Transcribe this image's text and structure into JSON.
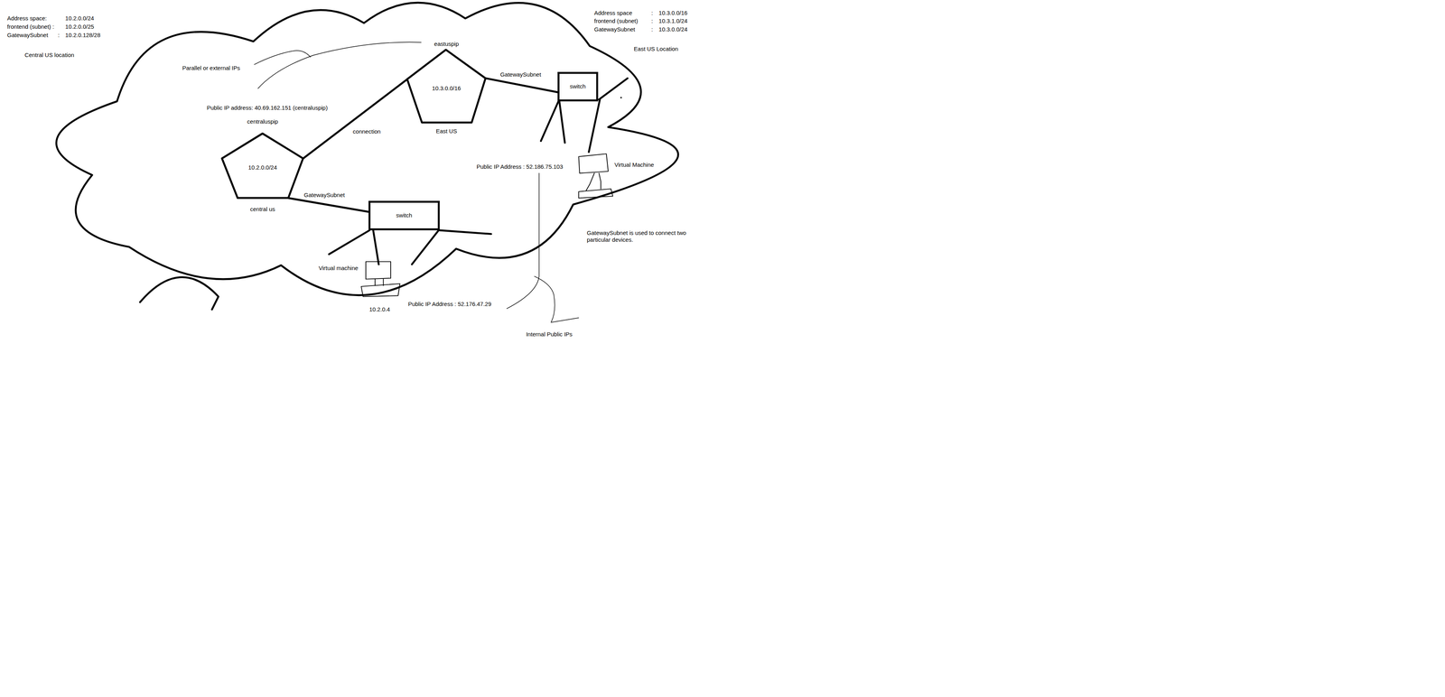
{
  "diagram": {
    "nodes": [
      {
        "text": [
          "centraluspip",
          "10.2.0.0/24",
          "central us"
        ]
      },
      {
        "text": [
          "eastuspip",
          "10.3.0.0/16",
          "East US"
        ]
      },
      {
        "text": [
          "switch"
        ]
      },
      {
        "text": [
          "switch"
        ]
      }
    ],
    "edges": [
      {
        "from": 0,
        "to": 1,
        "arrow": "none",
        "label": "connection"
      },
      {
        "from": 0,
        "to": 2,
        "arrow": "none",
        "label": "GatewaySubnet"
      },
      {
        "from": 1,
        "to": 3,
        "arrow": "none",
        "label": "GatewaySubnet"
      }
    ],
    "labels": [
      "Address space:",
      "10.2.0.0/24",
      "frontend (subnet) :",
      "10.2.0.0/25",
      "GatewaySubnet",
      ":",
      "10.2.0.128/28",
      "Central US location",
      "Address space",
      ":",
      "10.3.0.0/16",
      "frontend (subnet)",
      ":",
      "10.3.1.0/24",
      "GatewaySubnet",
      ":",
      "10.3.0.0/24",
      "East US Location",
      "Parallel or external IPs",
      "Public IP address: 40.69.162.151 (centraluspip)",
      "Public IP Address : 52.186.75.103",
      "Virtual Machine",
      "GatewaySubnet is used to connect two particular devices.",
      "Virtual machine",
      "10.2.0.4",
      "Public IP Address : 52.176.47.29",
      "Internal Public IPs"
    ]
  }
}
